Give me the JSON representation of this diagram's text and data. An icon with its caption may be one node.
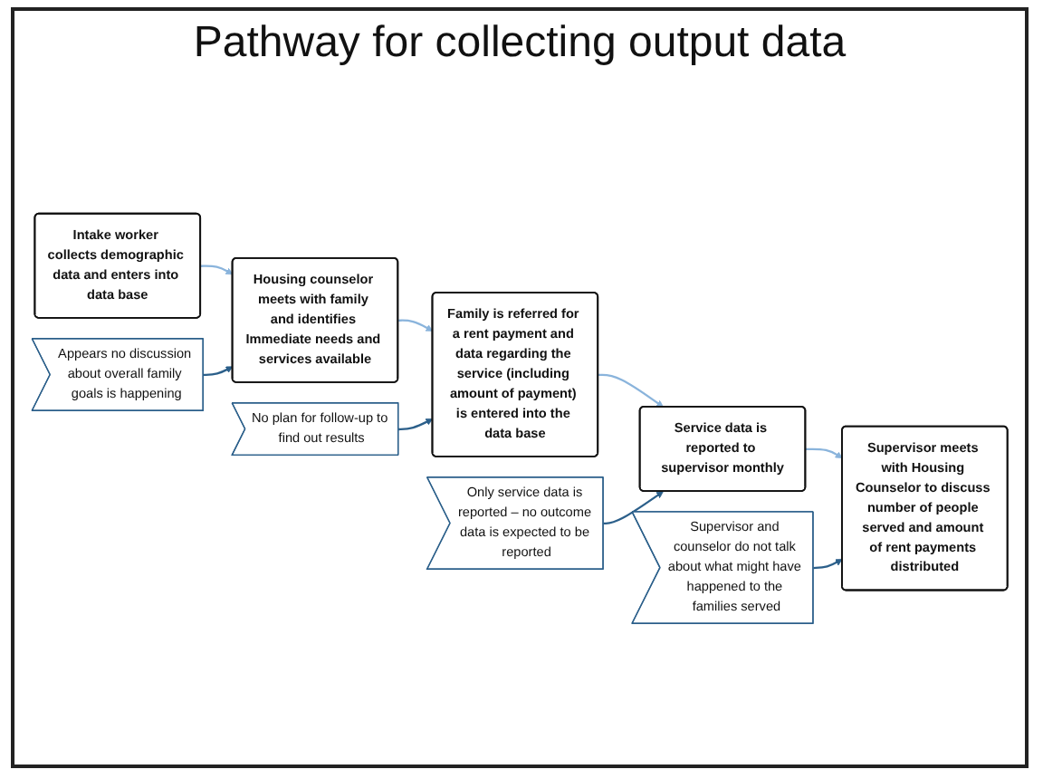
{
  "diagram": {
    "title": "Pathway for collecting output data",
    "nodes": [
      {
        "text": [
          "Intake worker collects demographic data and enters into data base"
        ]
      },
      {
        "text": [
          "Housing counselor meets with family and identifies Immediate needs and services available"
        ]
      },
      {
        "text": [
          "Family is referred for a rent payment and data regarding the service (including amount of payment) is entered into the data base"
        ]
      },
      {
        "text": [
          "Service data is reported to supervisor monthly"
        ]
      },
      {
        "text": [
          "Supervisor meets with Housing Counselor to discuss number of people served and amount of rent payments distributed"
        ]
      },
      {
        "text": [
          "Appears no discussion about overall family goals is happening"
        ]
      },
      {
        "text": [
          "No plan for follow-up to find out results"
        ]
      },
      {
        "text": [
          "Only service data is reported – no outcome data is expected to be reported"
        ]
      },
      {
        "text": [
          "Supervisor and counselor do not talk about what might have happened to the families served"
        ]
      }
    ],
    "edges": [
      {
        "from": 0,
        "to": 1,
        "arrow": "to"
      },
      {
        "from": 1,
        "to": 2,
        "arrow": "to"
      },
      {
        "from": 2,
        "to": 3,
        "arrow": "to"
      },
      {
        "from": 3,
        "to": 4,
        "arrow": "to"
      },
      {
        "from": 5,
        "to": 1,
        "arrow": "to",
        "color": "#2b5f8a"
      },
      {
        "from": 6,
        "to": 2,
        "arrow": "to",
        "color": "#2b5f8a"
      },
      {
        "from": 7,
        "to": 3,
        "arrow": "to",
        "color": "#2b5f8a"
      },
      {
        "from": 8,
        "to": 4,
        "arrow": "to",
        "color": "#2b5f8a"
      }
    ]
  }
}
